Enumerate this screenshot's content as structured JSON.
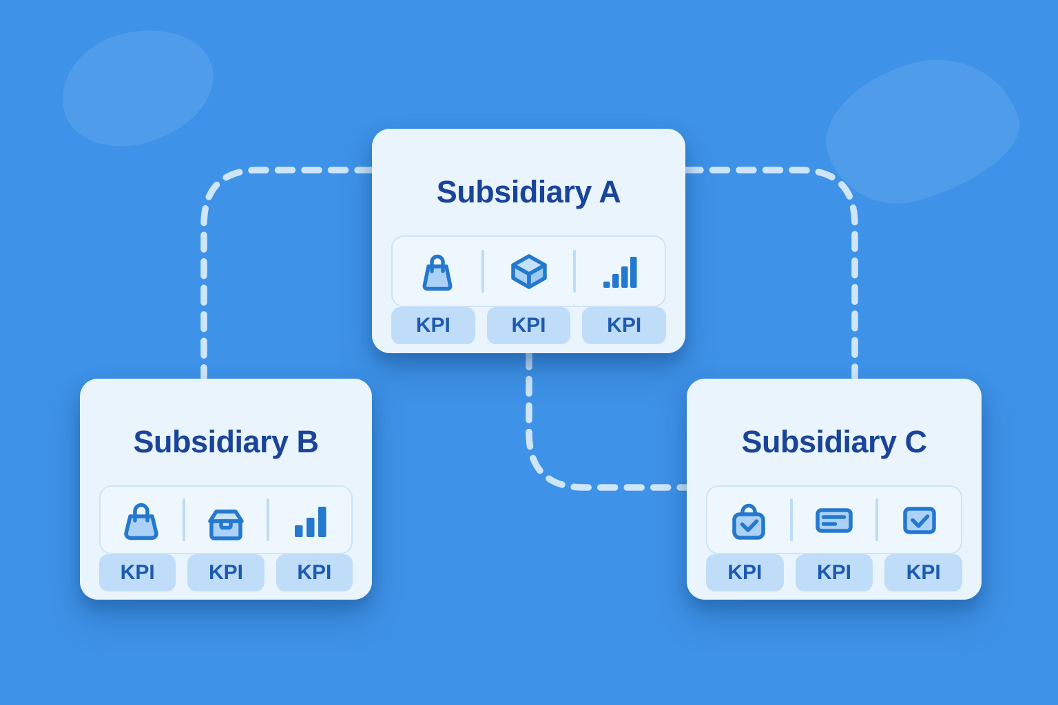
{
  "illustration": {
    "background_color": "#3e92e7",
    "dash_color": "#cfe6fa",
    "card_background": "#e9f4fd",
    "title_color": "#1a449a",
    "icon_stroke_color": "#2478cd",
    "icon_fill_color": "#abd2f6",
    "kpi_badge_color": "#bfddf8",
    "kpi_text_color": "#1d5ab0"
  },
  "cards": [
    {
      "title": "Subsidiary A",
      "icons": [
        "shopping-bag",
        "cube",
        "bar-chart"
      ],
      "kpis": [
        "KPI",
        "KPI",
        "KPI"
      ]
    },
    {
      "title": "Subsidiary B",
      "icons": [
        "handbag",
        "storage-box",
        "bar-chart"
      ],
      "kpis": [
        "KPI",
        "KPI",
        "KPI"
      ]
    },
    {
      "title": "Subsidiary C",
      "icons": [
        "bag-check",
        "card-lines",
        "checkbox-check"
      ],
      "kpis": [
        "KPI",
        "KPI",
        "KPI"
      ]
    }
  ],
  "connections": [
    {
      "from": "subsidiary-a-left",
      "to": "subsidiary-b-top"
    },
    {
      "from": "subsidiary-a-right",
      "to": "subsidiary-c-top"
    },
    {
      "from": "subsidiary-a-bottom",
      "to": "subsidiary-c-left"
    }
  ]
}
